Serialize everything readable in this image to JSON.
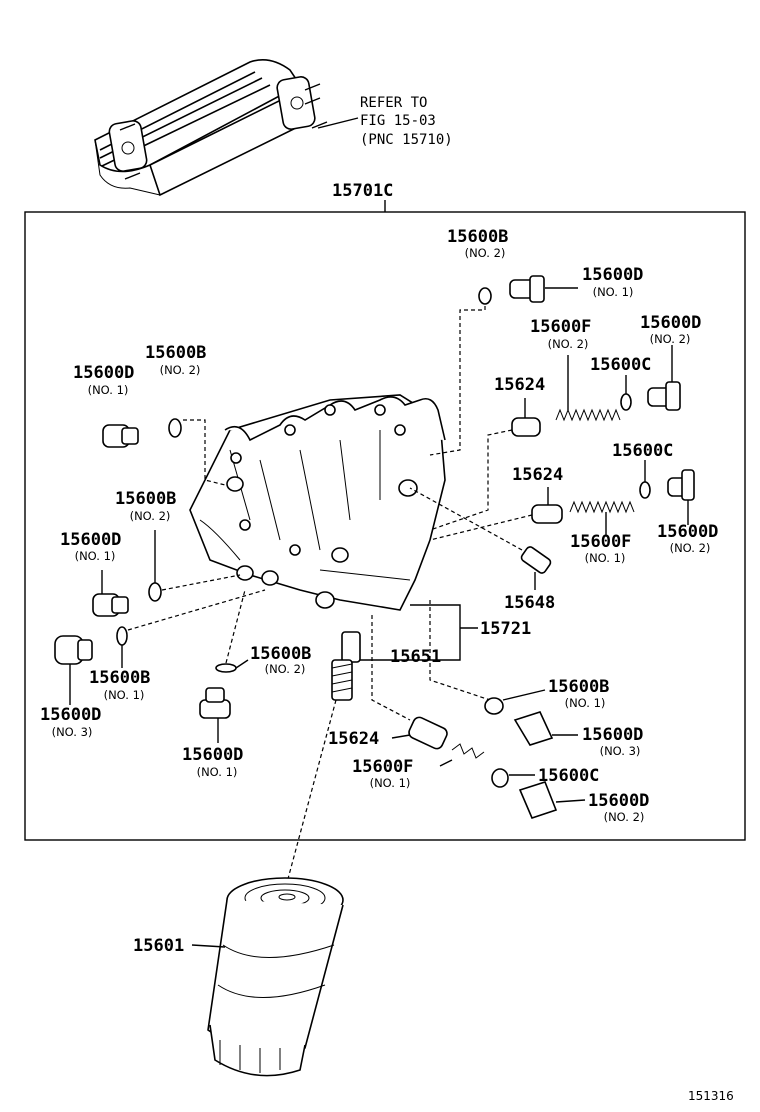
{
  "diagram_id": "151316",
  "assembly": "15701C",
  "reference": {
    "line1": "REFER TO",
    "line2": "FIG 15-03",
    "line3": "(PNC 15710)"
  },
  "labels": [
    {
      "id": "b_no2_top",
      "part": "15600B",
      "sub": "(NO. 2)"
    },
    {
      "id": "d_no1_topright",
      "part": "15600D",
      "sub": "(NO. 1)"
    },
    {
      "id": "f_no2",
      "part": "15600F",
      "sub": "(NO. 2)"
    },
    {
      "id": "d_no2_right1",
      "part": "15600D",
      "sub": "(NO. 2)"
    },
    {
      "id": "c_right1",
      "part": "15600C",
      "sub": ""
    },
    {
      "id": "p15624_a",
      "part": "15624",
      "sub": ""
    },
    {
      "id": "b_no2_left",
      "part": "15600B",
      "sub": "(NO. 2)"
    },
    {
      "id": "d_no1_left",
      "part": "15600D",
      "sub": "(NO. 1)"
    },
    {
      "id": "c_right2",
      "part": "15600C",
      "sub": ""
    },
    {
      "id": "p15624_b",
      "part": "15624",
      "sub": ""
    },
    {
      "id": "d_no2_right2",
      "part": "15600D",
      "sub": "(NO. 2)"
    },
    {
      "id": "f_no1_right",
      "part": "15600F",
      "sub": "(NO. 1)"
    },
    {
      "id": "b_no2_mid",
      "part": "15600B",
      "sub": "(NO. 2)"
    },
    {
      "id": "d_no1_mid",
      "part": "15600D",
      "sub": "(NO. 1)"
    },
    {
      "id": "p15648",
      "part": "15648",
      "sub": ""
    },
    {
      "id": "p15721",
      "part": "15721",
      "sub": ""
    },
    {
      "id": "b_no2_center",
      "part": "15600B",
      "sub": "(NO. 2)"
    },
    {
      "id": "p15651",
      "part": "15651",
      "sub": ""
    },
    {
      "id": "b_no1_left",
      "part": "15600B",
      "sub": "(NO. 1)"
    },
    {
      "id": "d_no3_left",
      "part": "15600D",
      "sub": "(NO. 3)"
    },
    {
      "id": "d_no1_bottom",
      "part": "15600D",
      "sub": "(NO. 1)"
    },
    {
      "id": "b_no1_right",
      "part": "15600B",
      "sub": "(NO. 1)"
    },
    {
      "id": "d_no3_right",
      "part": "15600D",
      "sub": "(NO. 3)"
    },
    {
      "id": "p15624_c",
      "part": "15624",
      "sub": ""
    },
    {
      "id": "f_no1_bottom",
      "part": "15600F",
      "sub": "(NO. 1)"
    },
    {
      "id": "c_bottom",
      "part": "15600C",
      "sub": ""
    },
    {
      "id": "d_no2_bottom",
      "part": "15600D",
      "sub": "(NO. 2)"
    },
    {
      "id": "p15601",
      "part": "15601",
      "sub": ""
    }
  ]
}
